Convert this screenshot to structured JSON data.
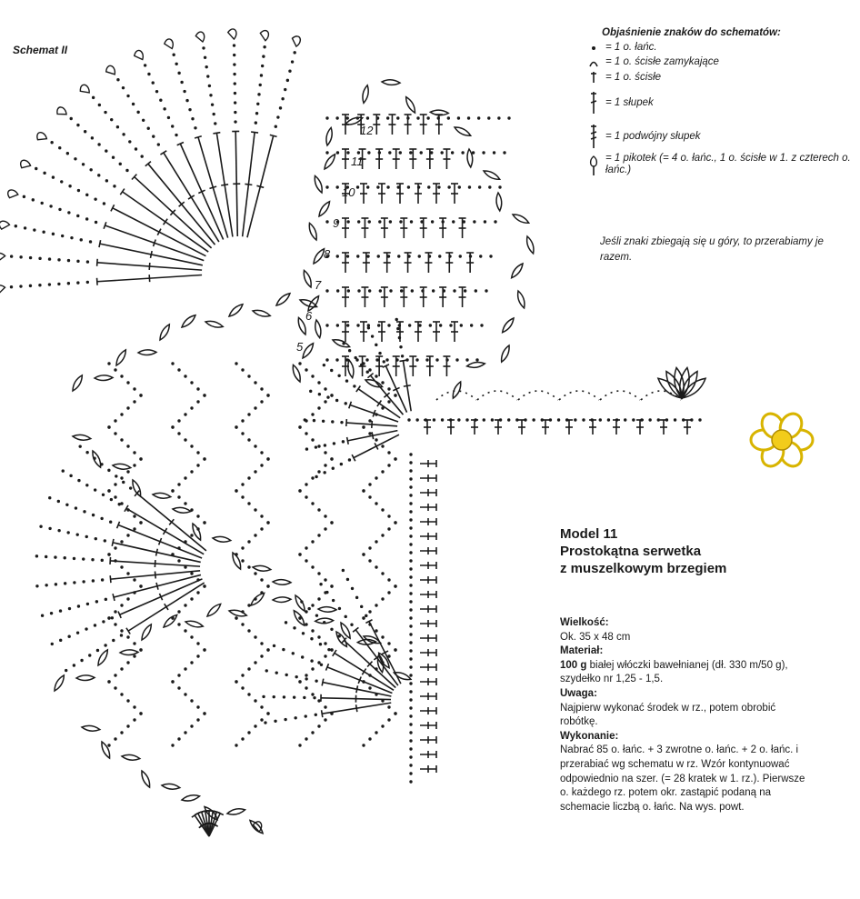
{
  "schema_label": "Schemat II",
  "legend": {
    "title": "Objaśnienie znaków do schematów:",
    "items": [
      {
        "icon": "chain-dot-icon",
        "text": "= 1 o. łańc."
      },
      {
        "icon": "slip-stitch-icon",
        "text": "= 1 o. ścisłe zamykające"
      },
      {
        "icon": "single-crochet-icon",
        "text": "= 1 o. ścisłe"
      },
      {
        "icon": "double-crochet-icon",
        "text": "= 1 słupek"
      },
      {
        "icon": "treble-crochet-icon",
        "text": "= 1 podwójny słupek"
      },
      {
        "icon": "picot-icon",
        "text": "= 1 pikotek (= 4 o. łańc., 1 o. ścisłe w 1. z czterech o. łańc.)"
      }
    ]
  },
  "note": "Jeśli znaki zbiegają się u góry, to przerabiamy je razem.",
  "model": {
    "number": "Model 11",
    "name_line1": "Prostokątna serwetka",
    "name_line2": "z muszelkowym brzegiem"
  },
  "details": {
    "size_heading": "Wielkość:",
    "size_text": "Ok. 35 x 48 cm",
    "material_heading": "Materiał:",
    "material_amount": "100 g",
    "material_text": " białej włóczki bawełnianej (dł. 330 m/50 g), szydełko nr 1,25 - 1,5.",
    "note_heading": "Uwaga:",
    "note_text": "Najpierw wykonać środek w rz., potem obrobić robótkę.",
    "work_heading": "Wykonanie:",
    "work_text": "Nabrać 85 o. łańc. + 3 zwrotne o. łańc. + 2 o. łańc. i przerabiać wg schematu w rz. Wzór kontynuować odpowiednio na szer. (= 28 kratek w 1. rz.). Pierwsze o. każdego rz. potem okr. zastąpić podaną na schemacie liczbą o. łańc. Na wys. powt."
  },
  "row_numbers": [
    "12",
    "11",
    "10",
    "9",
    "8",
    "7",
    "6",
    "5"
  ],
  "colors": {
    "ink": "#1a1a1a",
    "flower_petal": "#ffffff",
    "flower_outline": "#d8b400",
    "flower_center": "#f2cc1b"
  }
}
